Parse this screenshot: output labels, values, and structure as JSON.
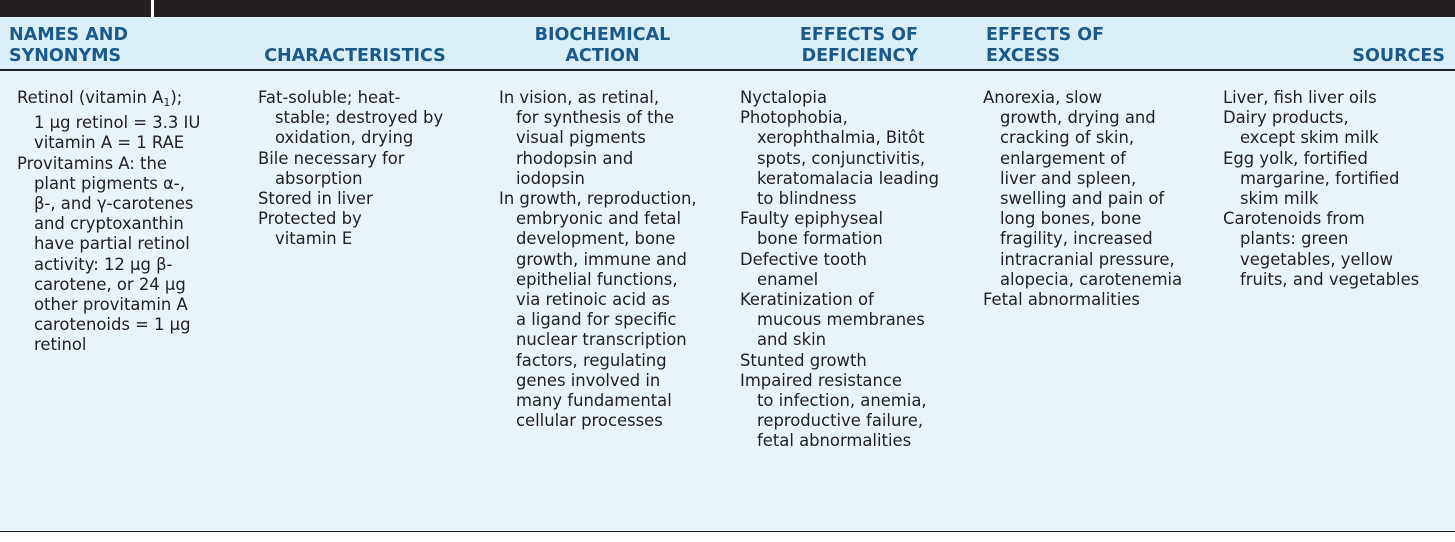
{
  "colors": {
    "header_background": "#daeef7",
    "header_text": "#1a5a8a",
    "body_background": "#e8f4fa",
    "rule": "#231f20"
  },
  "headers": [
    {
      "lines": [
        "NAMES AND",
        "SYNONYMS"
      ]
    },
    {
      "lines": [
        "CHARACTERISTICS"
      ]
    },
    {
      "lines": [
        "BIOCHEMICAL",
        "ACTION"
      ]
    },
    {
      "lines": [
        "EFFECTS OF",
        "DEFICIENCY"
      ]
    },
    {
      "lines": [
        "EFFECTS OF",
        "EXCESS"
      ]
    },
    {
      "lines": [
        "SOURCES"
      ]
    }
  ],
  "columns": {
    "names": {
      "retinol": {
        "l1_pre": "Retinol (vitamin A",
        "l1_sub": "1",
        "l1_post": ");",
        "l2": "1 μg retinol = 3.3 IU",
        "l3": "vitamin A = 1 RAE"
      },
      "provitamins": [
        "Provitamins A: the",
        "plant pigments α-,",
        "β-, and γ-carotenes",
        "and cryptoxanthin",
        "have partial retinol",
        "activity: 12 μg β-",
        "carotene, or 24 μg",
        "other provitamin A",
        "carotenoids = 1 μg",
        "retinol"
      ]
    },
    "characteristics": [
      [
        "Fat-soluble; heat-",
        "stable; destroyed by",
        "oxidation, drying"
      ],
      [
        "Bile necessary for",
        "absorption"
      ],
      [
        "Stored in liver"
      ],
      [
        "Protected by",
        "vitamin E"
      ]
    ],
    "biochemical_action": [
      [
        "In vision, as retinal,",
        "for synthesis of the",
        "visual pigments",
        "rhodopsin and",
        "iodopsin"
      ],
      [
        "In growth, reproduction,",
        "embryonic and fetal",
        "development, bone",
        "growth, immune and",
        "epithelial functions,",
        "via retinoic acid as",
        "a ligand for specific",
        "nuclear transcription",
        "factors, regulating",
        "genes involved in",
        "many fundamental",
        "cellular processes"
      ]
    ],
    "deficiency": [
      [
        "Nyctalopia"
      ],
      [
        "Photophobia,",
        "xerophthalmia, Bitôt",
        "spots, conjunctivitis,",
        "keratomalacia leading",
        "to blindness"
      ],
      [
        "Faulty epiphyseal",
        "bone formation"
      ],
      [
        "Defective tooth",
        "enamel"
      ],
      [
        "Keratinization of",
        "mucous membranes",
        "and skin"
      ],
      [
        "Stunted growth"
      ],
      [
        "Impaired resistance",
        "to infection, anemia,",
        "reproductive failure,",
        "fetal abnormalities"
      ]
    ],
    "excess": [
      [
        "Anorexia, slow",
        "growth, drying and",
        "cracking of skin,",
        "enlargement of",
        "liver and spleen,",
        "swelling and pain of",
        "long bones, bone",
        "fragility, increased",
        "intracranial pressure,",
        "alopecia, carotenemia"
      ],
      [
        "Fetal abnormalities"
      ]
    ],
    "sources": [
      [
        "Liver, fish liver oils"
      ],
      [
        "Dairy products,",
        "except skim milk"
      ],
      [
        "Egg yolk, fortified",
        "margarine, fortified",
        "skim milk"
      ],
      [
        "Carotenoids from",
        "plants: green",
        "vegetables, yellow",
        "fruits, and vegetables"
      ]
    ]
  }
}
